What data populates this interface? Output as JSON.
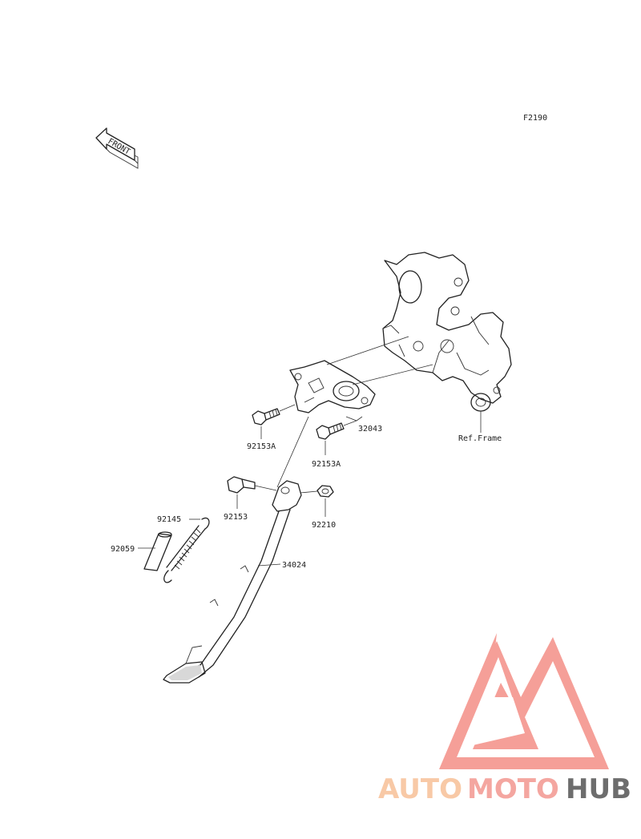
{
  "diagram": {
    "code": "F2190",
    "front_arrow_text": "FRONT",
    "ref_label": "Ref.Frame",
    "parts": [
      {
        "id": "32043"
      },
      {
        "id": "92153A"
      },
      {
        "id": "92153A"
      },
      {
        "id": "92153"
      },
      {
        "id": "92210"
      },
      {
        "id": "92145"
      },
      {
        "id": "92059"
      },
      {
        "id": "34024"
      }
    ]
  },
  "watermark": {
    "brand": "AUTOMOTOHUB",
    "brand_parts": [
      "AUTO",
      "MOTO",
      "HUB"
    ],
    "colors": {
      "auto": "#f8c9a6",
      "moto": "#f4a6a0",
      "hub": "#6d6d6d",
      "logo": "#f4958d"
    }
  }
}
